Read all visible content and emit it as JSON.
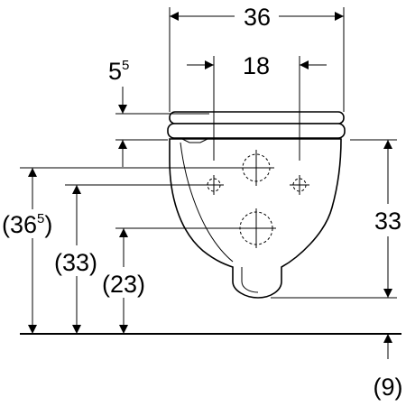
{
  "dimensions": {
    "overall_width": "36",
    "fixing_spacing": "18",
    "seat_height": {
      "base": "5",
      "sup": "5"
    },
    "bowl_height": "33",
    "floor_to_fixing": {
      "open": "(",
      "base": "36",
      "sup": "5",
      "close": ")"
    },
    "floor_to_side_fixing": "(33)",
    "floor_to_outlet": "(23)",
    "floor_gap": "(9)"
  },
  "colors": {
    "line": "#000000",
    "background": "#ffffff"
  }
}
